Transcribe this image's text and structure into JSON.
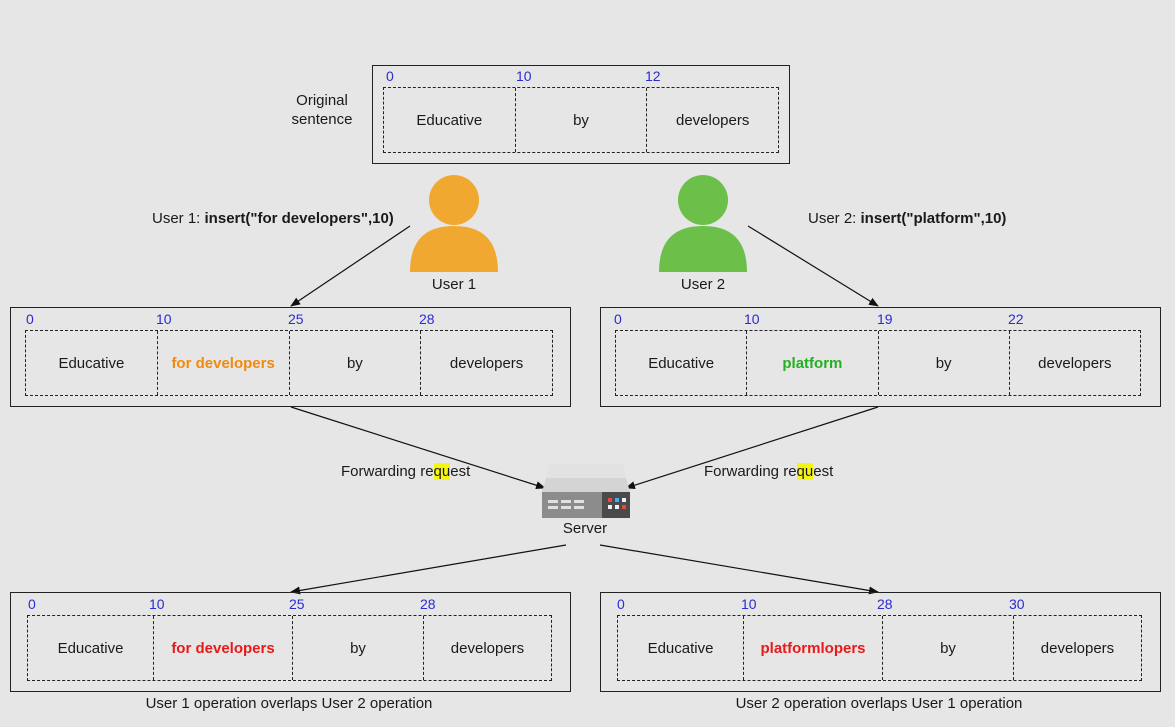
{
  "original": {
    "label": "Original\nsentence",
    "indices": [
      "0",
      "10",
      "12"
    ],
    "cells": [
      "Educative",
      "by",
      "developers"
    ]
  },
  "user1": {
    "name": "User 1",
    "op_prefix": "User 1: ",
    "op_call": "insert(\"for developers\",10)",
    "color": "#f0a830"
  },
  "user2": {
    "name": "User 2",
    "op_prefix": "User 2: ",
    "op_call": "insert(\"platform\",10)",
    "color": "#6cc04a"
  },
  "mid_left": {
    "indices": [
      "0",
      "10",
      "25",
      "28"
    ],
    "cells": [
      "Educative",
      "for developers",
      "by",
      "developers"
    ],
    "highlight_color": "#f08a10"
  },
  "mid_right": {
    "indices": [
      "0",
      "10",
      "19",
      "22"
    ],
    "cells": [
      "Educative",
      "platform",
      "by",
      "developers"
    ],
    "highlight_color": "#22b022"
  },
  "forward": {
    "left": {
      "pre": "Forwarding re",
      "hl": "qu",
      "post": "est"
    },
    "right": {
      "pre": "Forwarding re",
      "hl": "qu",
      "post": "est"
    }
  },
  "server": {
    "label": "Server"
  },
  "bottom_left": {
    "indices": [
      "0",
      "10",
      "25",
      "28"
    ],
    "cells": [
      "Educative",
      "for developers",
      "by",
      "developers"
    ],
    "highlight_color": "#e81a1a",
    "caption": "User 1 operation overlaps User 2 operation"
  },
  "bottom_right": {
    "indices": [
      "0",
      "10",
      "28",
      "30"
    ],
    "cells": [
      "Educative",
      "platformlopers",
      "by",
      "developers"
    ],
    "highlight_color": "#e81a1a",
    "caption": "User 2 operation overlaps User 1 operation"
  }
}
